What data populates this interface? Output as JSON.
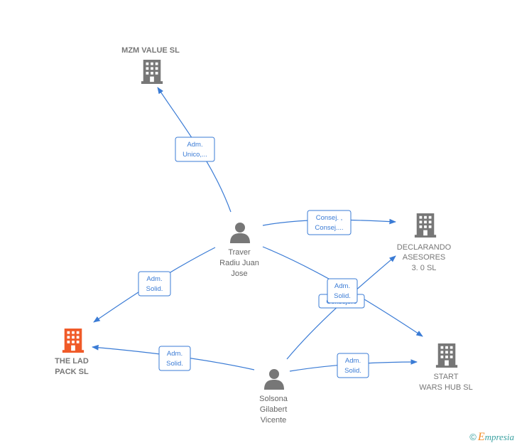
{
  "colors": {
    "edge": "#3a7bd5",
    "company": "#777777",
    "company_highlight": "#f05a28",
    "person": "#777777"
  },
  "nodes": [
    {
      "id": "mzm",
      "type": "company",
      "icon": "building-icon",
      "lines": [
        "MZM VALUE  SL"
      ]
    },
    {
      "id": "declarando",
      "type": "company",
      "icon": "building-icon",
      "lines": [
        "DECLARANDO",
        "ASESORES",
        "3. 0  SL"
      ]
    },
    {
      "id": "thelad",
      "type": "company",
      "icon": "building-icon",
      "highlight": true,
      "lines": [
        "THE LAD",
        "PACK  SL"
      ]
    },
    {
      "id": "startwars",
      "type": "company",
      "icon": "building-icon",
      "lines": [
        "START",
        "WARS HUB  SL"
      ]
    },
    {
      "id": "traver",
      "type": "person",
      "icon": "person-icon",
      "lines": [
        "Traver",
        "Radiu Juan",
        "Jose"
      ]
    },
    {
      "id": "solsona",
      "type": "person",
      "icon": "person-icon",
      "lines": [
        "Solsona",
        "Gilabert",
        "Vicente"
      ]
    }
  ],
  "edges": [
    {
      "id": "traver-mzm",
      "lines": [
        "Adm.",
        "Unico,..."
      ]
    },
    {
      "id": "traver-declarando",
      "lines": [
        "Consej. ,",
        "Consej...."
      ]
    },
    {
      "id": "traver-thelad",
      "lines": [
        "Adm.",
        "Solid."
      ]
    },
    {
      "id": "traver-startwars",
      "lines": [
        "Consejero"
      ]
    },
    {
      "id": "solsona-declarando",
      "lines": [
        "Adm.",
        "Solid."
      ]
    },
    {
      "id": "solsona-thelad",
      "lines": [
        "Adm.",
        "Solid."
      ]
    },
    {
      "id": "solsona-startwars",
      "lines": [
        "Adm.",
        "Solid."
      ]
    }
  ],
  "brand": {
    "copyright": "©",
    "initial": "E",
    "rest": "mpresia"
  }
}
